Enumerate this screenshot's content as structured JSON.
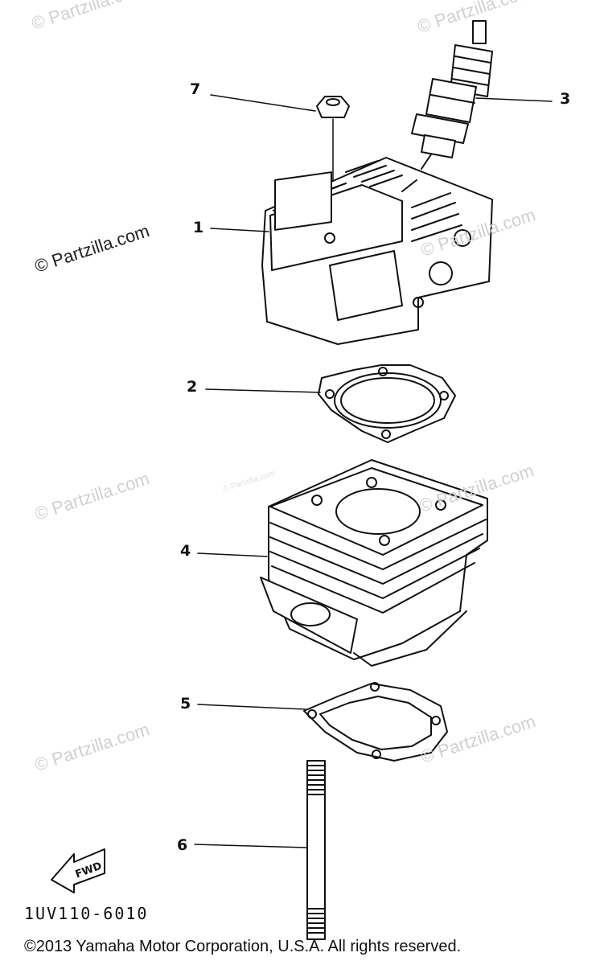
{
  "watermarks": [
    "© Partzilla.com",
    "© Partzilla.com",
    "© Partzilla.com",
    "© Partzilla.com",
    "© Partzilla.com",
    "© Partzilla.com",
    "© Partzilla.com",
    "© Partzilla.com",
    "© Partzilla.com"
  ],
  "callouts": {
    "p1": "1",
    "p2": "2",
    "p3": "3",
    "p4": "4",
    "p5": "5",
    "p6": "6",
    "p7": "7"
  },
  "direction_label": "FWD",
  "part_code": "1UV110-6010",
  "copyright": "©2013 Yamaha Motor Corporation, U.S.A. All rights reserved."
}
